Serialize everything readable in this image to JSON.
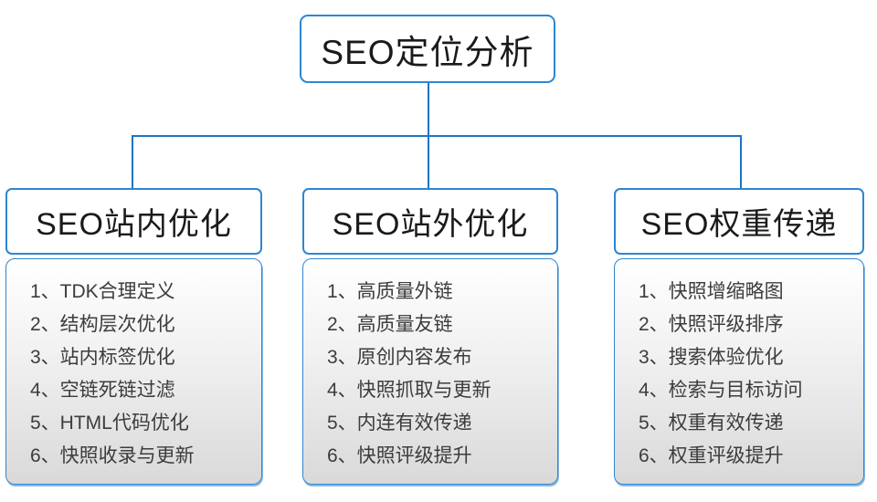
{
  "diagram": {
    "root_label": "SEO定位分析",
    "columns": [
      {
        "title": "SEO站内优化",
        "items": [
          "1、TDK合理定义",
          "2、结构层次优化",
          "3、站内标签优化",
          "4、空链死链过滤",
          "5、HTML代码优化",
          "6、快照收录与更新"
        ]
      },
      {
        "title": "SEO站外优化",
        "items": [
          "1、高质量外链",
          "2、高质量友链",
          "3、原创内容发布",
          "4、快照抓取与更新",
          "5、内连有效传递",
          "6、快照评级提升"
        ]
      },
      {
        "title": "SEO权重传递",
        "items": [
          "1、快照增缩略图",
          "2、快照评级排序",
          "3、搜索体验优化",
          "4、检索与目标访问",
          "5、权重有效传递",
          "6、权重评级提升"
        ]
      }
    ],
    "colors": {
      "connector_blue": "#1b74c5",
      "border_blue": "#2e86d1",
      "panel_gradient_bottom": "#d9d9d9",
      "title_text": "#1a1a1a",
      "item_text": "#3c3c3c"
    }
  }
}
